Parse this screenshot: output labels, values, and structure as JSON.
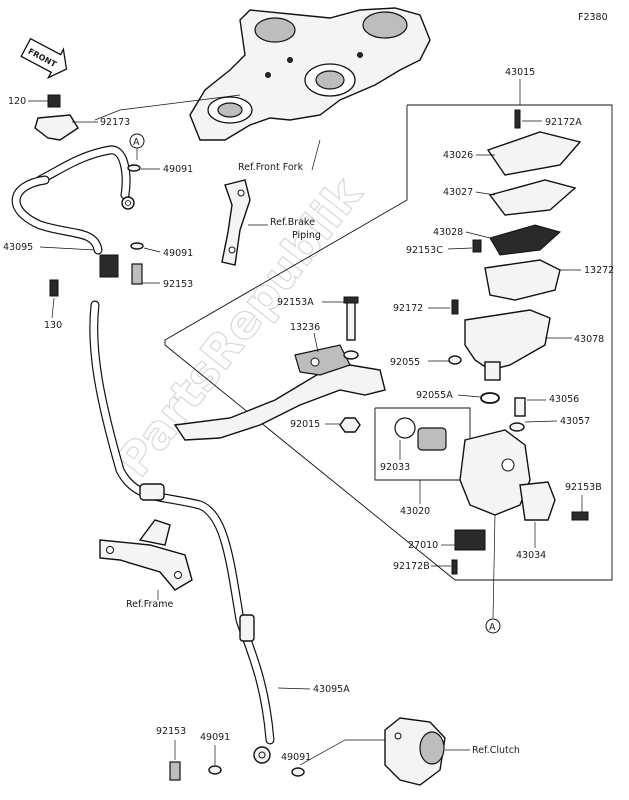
{
  "figure_code": "F2380",
  "front_label": "FRONT",
  "watermark": "PartsRepublik",
  "ref_labels": {
    "front_fork": "Ref.Front Fork",
    "brake_piping_1": "Ref.Brake",
    "brake_piping_2": "Piping",
    "frame": "Ref.Frame",
    "clutch": "Ref.Clutch"
  },
  "callout_marker": "A",
  "parts": {
    "p120": "120",
    "p92173": "92173",
    "p49091_top": "49091",
    "p43095": "43095",
    "p49091_mid": "49091",
    "p92153_left": "92153",
    "p130": "130",
    "p43015": "43015",
    "p92172A": "92172A",
    "p43026": "43026",
    "p43027": "43027",
    "p43028": "43028",
    "p92153C": "92153C",
    "p13272": "13272",
    "p92153A": "92153A",
    "p92172": "92172",
    "p13236": "13236",
    "p43078": "43078",
    "p92055": "92055",
    "p92055A": "92055A",
    "p43056": "43056",
    "p92015": "92015",
    "p43057": "43057",
    "p92033": "92033",
    "p92153B": "92153B",
    "p43020": "43020",
    "p27010": "27010",
    "p43034": "43034",
    "p92172B": "92172B",
    "p43095A": "43095A",
    "p92153_bottom": "92153",
    "p49091_bl": "49091",
    "p49091_br": "49091"
  }
}
